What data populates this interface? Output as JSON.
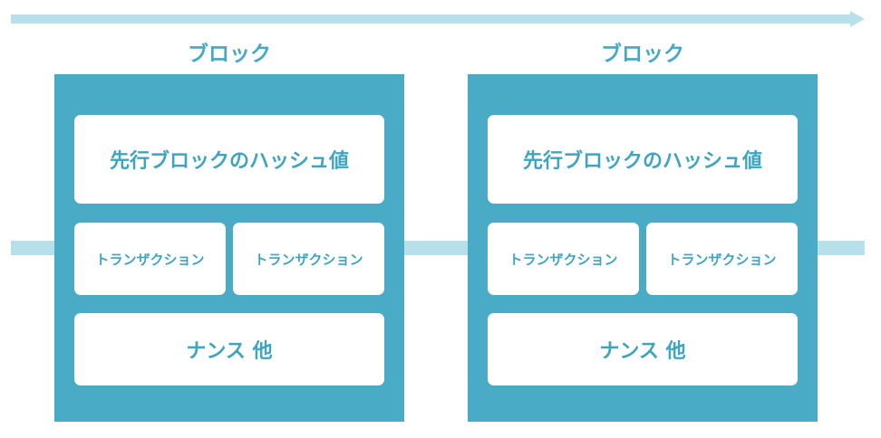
{
  "colors": {
    "block_fill": "#4aabc7",
    "chain_band": "#b8e0ea",
    "label_text": "#45a9c4",
    "cell_fill": "#ffffff"
  },
  "blocks": [
    {
      "title": "ブロック",
      "prev_hash": "先行ブロックのハッシュ値",
      "transactions": [
        "トランザクション",
        "トランザクション"
      ],
      "nonce": "ナンス 他"
    },
    {
      "title": "ブロック",
      "prev_hash": "先行ブロックのハッシュ値",
      "transactions": [
        "トランザクション",
        "トランザクション"
      ],
      "nonce": "ナンス 他"
    }
  ]
}
